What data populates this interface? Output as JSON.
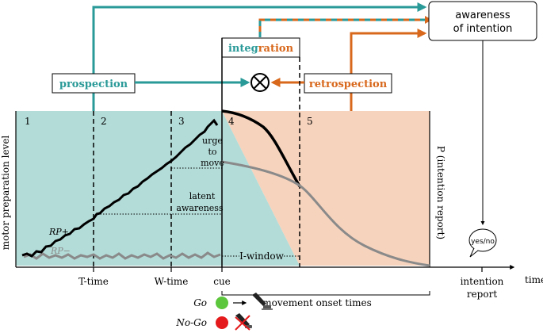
{
  "colors": {
    "teal": "#2a9a98",
    "orange": "#d8681c",
    "teal_fill": "#b3dcd8",
    "orange_fill": "#f6d3bd",
    "black": "#000000",
    "grey": "#8a8a8a"
  },
  "boxes": {
    "awareness_line1": "awareness",
    "awareness_line2": "of intention",
    "integration_a": "integ",
    "integration_b": "ration",
    "prospection": "prospection",
    "retrospection": "retrospection"
  },
  "phases": [
    "1",
    "2",
    "3",
    "4",
    "5"
  ],
  "axes": {
    "ylabel": "motor preparation level",
    "ylabel_right": "P (intention report)",
    "xlabel": "time",
    "xticks": [
      "T-time",
      "W-time",
      "cue"
    ],
    "intention_line1": "intention",
    "intention_line2": "report"
  },
  "annotations": {
    "urge_1": "urge",
    "urge_2": "to",
    "urge_3": "move",
    "latent_1": "latent",
    "latent_2": "awareness",
    "iwindow": "I-window",
    "rp_plus": "RP+",
    "rp_minus": "RP−",
    "yesno": "yes/no",
    "movement_onsets": "movement onset times"
  },
  "legend": {
    "go": "Go",
    "nogo": "No-Go"
  },
  "icons": [
    "multiply-circle-icon",
    "hand-press-icon",
    "crossed-hand-icon",
    "speech-bubble-icon"
  ]
}
